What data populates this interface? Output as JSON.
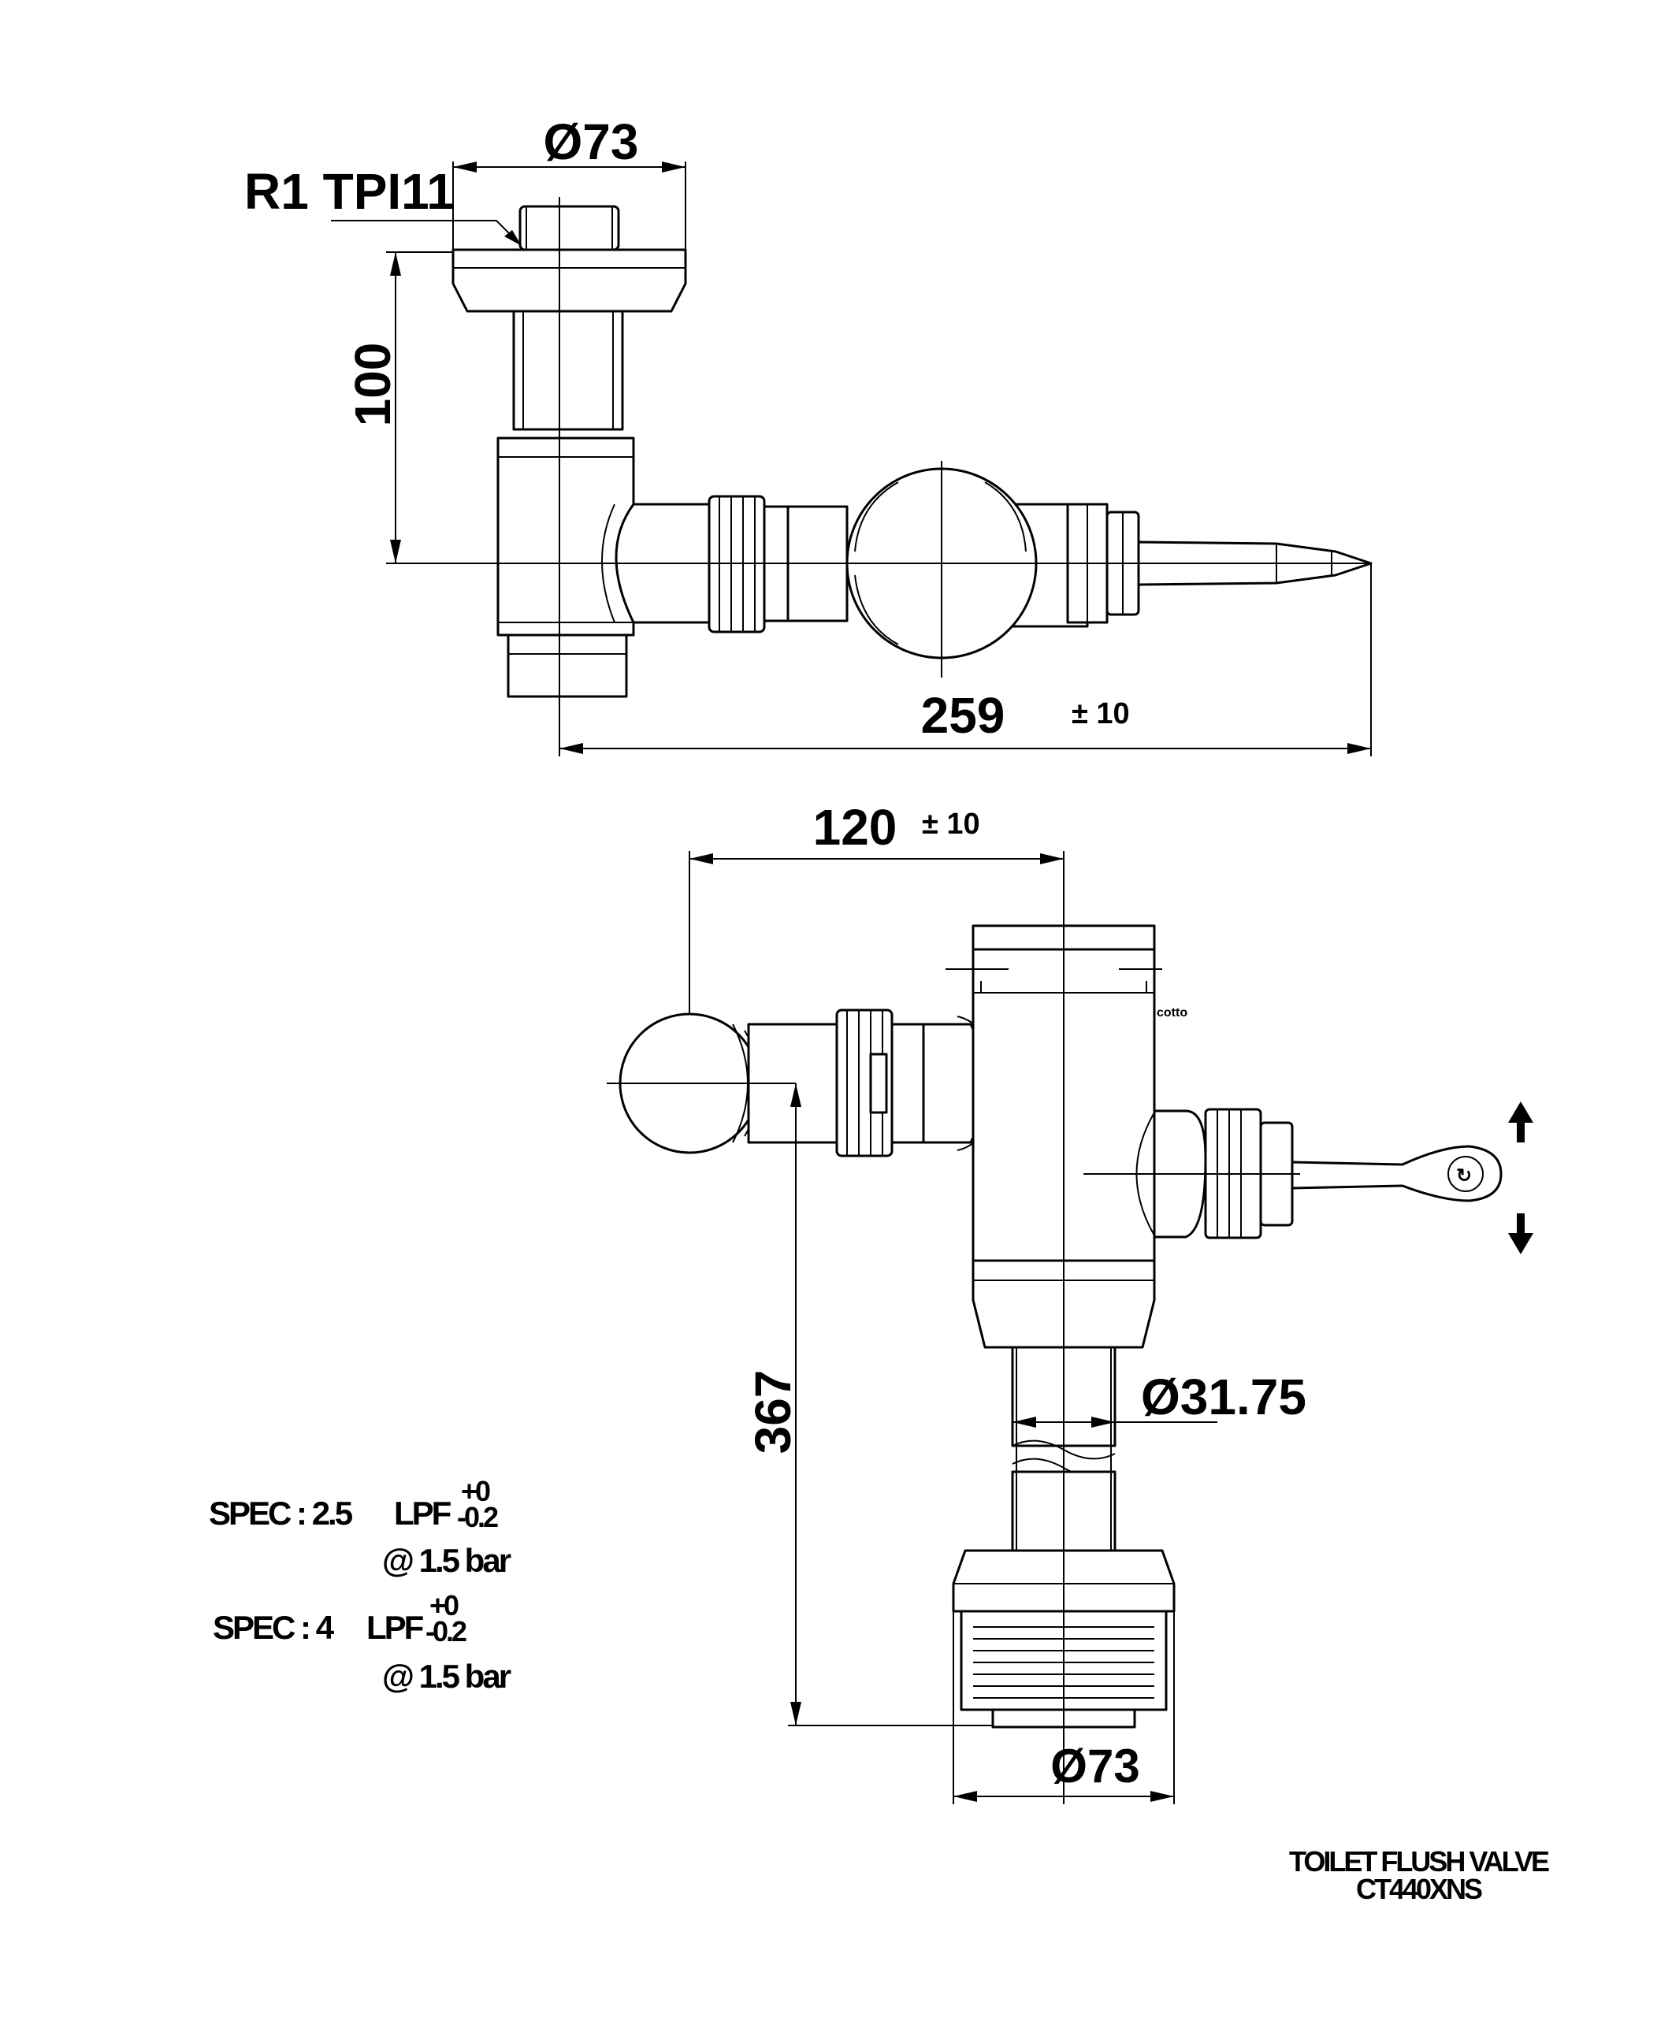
{
  "top_view": {
    "thread_label": "R1 TPI11",
    "inlet_diameter": "Ø73",
    "height_dim": "100",
    "length_dim": "259",
    "length_tol": "± 10"
  },
  "front_view": {
    "width_dim": "120",
    "width_tol": "± 10",
    "height_dim": "367",
    "pipe_diameter": "Ø31.75",
    "bottom_diameter": "Ø73",
    "brand_mark": "cotto"
  },
  "specs": [
    {
      "label": "SPEC : 2.5",
      "unit": "LPF",
      "tol_plus": "+0",
      "tol_minus": "-0.2",
      "pressure": "@ 1.5 bar"
    },
    {
      "label": "SPEC : 4",
      "unit": "LPF",
      "tol_plus": "+0",
      "tol_minus": "-0.2",
      "pressure": "@ 1.5 bar"
    }
  ],
  "title_block": {
    "line1": "TOILET FLUSH VALVE",
    "line2": "CT440XNS"
  }
}
